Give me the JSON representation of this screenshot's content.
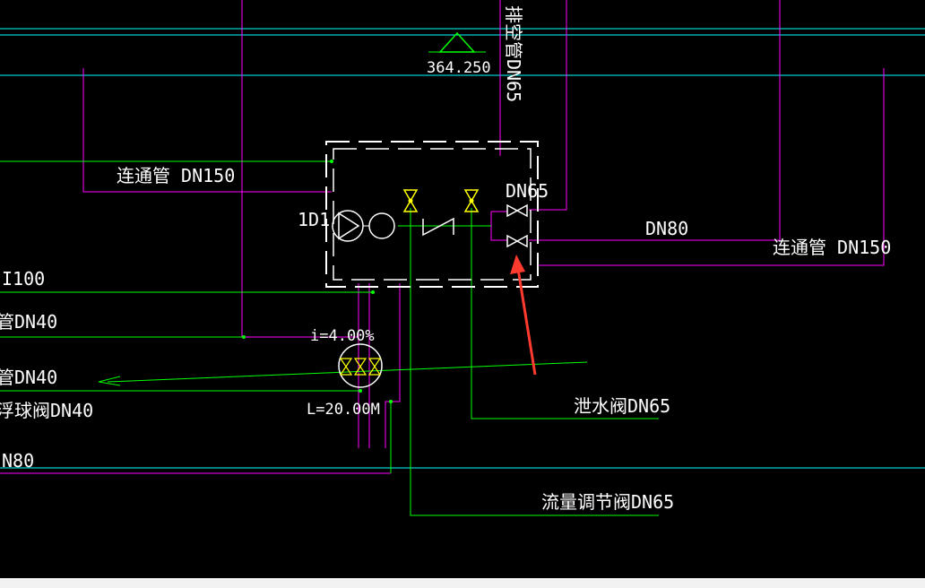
{
  "labels": {
    "elevation": "364.250",
    "pipe_vertical_dn": "DN65",
    "pipe_vertical_name": "排空管",
    "tie_pipe_left": "连通管 DN150",
    "tie_pipe_right": "连通管 DN150",
    "pump_tag": "1D1",
    "dn65_valve": "DN65",
    "dn80": "DN80",
    "left_1": "I100",
    "left_2": "管DN40",
    "left_3": "管DN40",
    "left_4": "浮球阀DN40",
    "left_5": "N80",
    "slope": "i=4.00%",
    "length": "L=20.00M",
    "drain_valve": "泄水阀DN65",
    "flow_valve": "流量调节阀DN65"
  },
  "colors": {
    "background": "#000000",
    "cyan_line": "#00ffff",
    "magenta_line": "#ff00ff",
    "green_line": "#00ff00",
    "white_line": "#ffffff",
    "yellow_valve": "#ffff00",
    "arrow_red": "#ff3b30"
  }
}
